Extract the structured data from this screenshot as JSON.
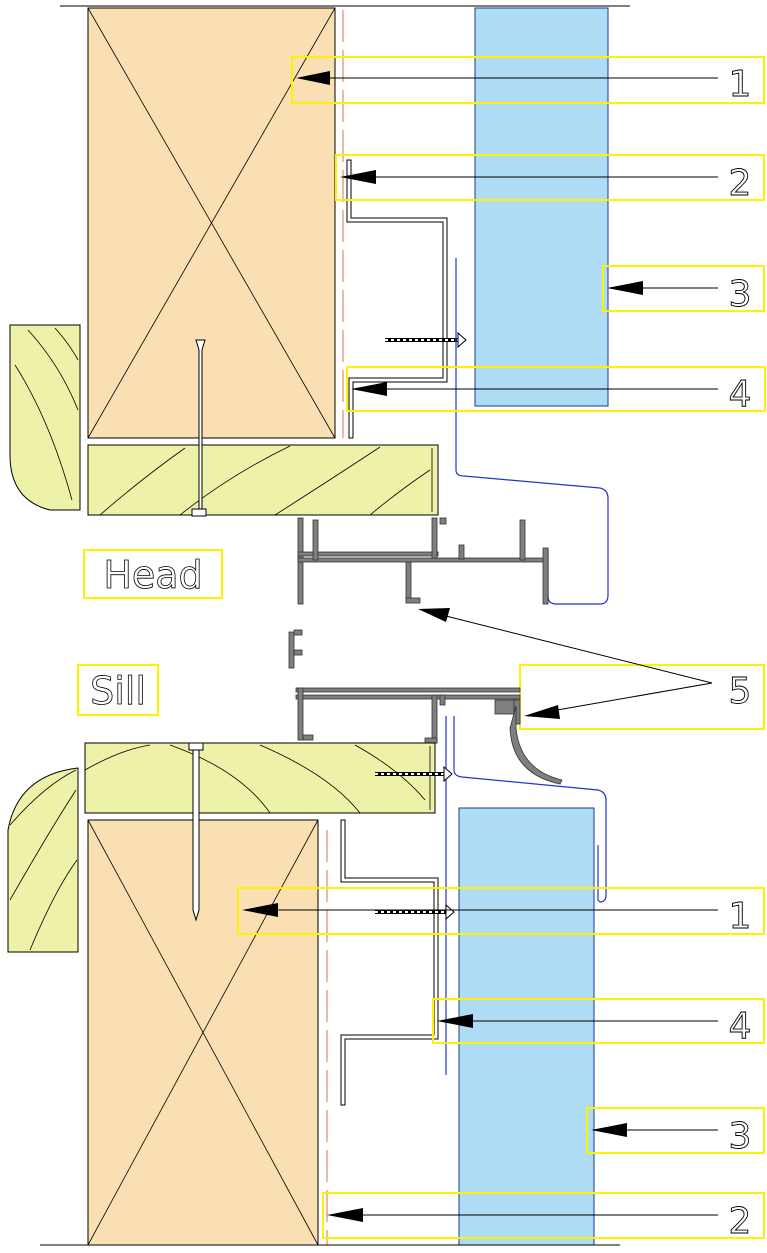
{
  "section_labels": {
    "head": "Head",
    "sill": "Sill"
  },
  "callouts": {
    "head": [
      "1",
      "2",
      "3",
      "4"
    ],
    "shared": "5",
    "sill": [
      "1",
      "4",
      "3",
      "2"
    ]
  },
  "colors": {
    "framing_timber": "#f9dfb2",
    "trim_timber": "#eef2a8",
    "glazing": "#aedcf5",
    "frame_profile": "#7f7f7f",
    "highlight_box": "#fff200",
    "membrane": "#2233cc",
    "seal_line": "#e07040"
  }
}
